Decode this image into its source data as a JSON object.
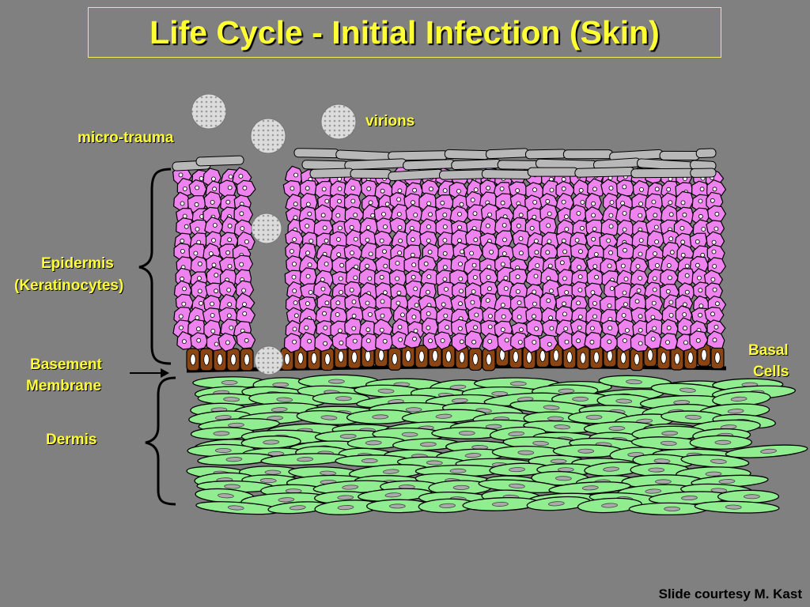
{
  "slide": {
    "title": "Life Cycle - Initial Infection (Skin)",
    "credit": "Slide courtesy M. Kast"
  },
  "labels": {
    "micro_trauma": "micro-trauma",
    "virions": "virions",
    "epidermis": "Epidermis",
    "keratinocytes": "(Keratinocytes)",
    "basement": "Basement",
    "membrane": "Membrane",
    "dermis": "Dermis",
    "basal": "Basal",
    "cells": "Cells"
  },
  "colors": {
    "background": "#808080",
    "label_text": "#ffff33",
    "keratinocyte": "#ee82ee",
    "dermis_cell": "#90ee90",
    "basal_cell": "#8b4513",
    "squame": "#b8b8b8",
    "virion": "#dcdcdc"
  }
}
